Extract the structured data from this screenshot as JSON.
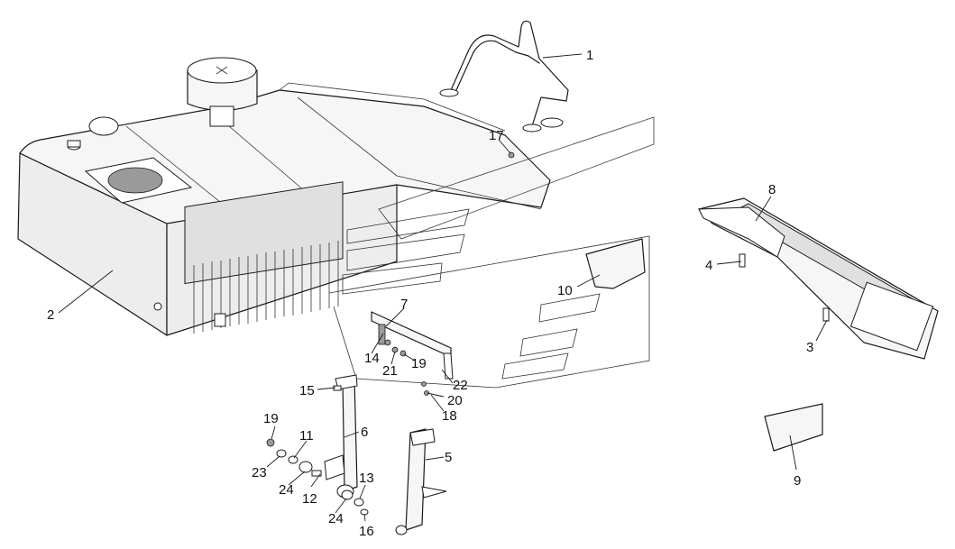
{
  "callouts": [
    {
      "id": "1",
      "label": "1"
    },
    {
      "id": "2",
      "label": "2"
    },
    {
      "id": "3",
      "label": "3"
    },
    {
      "id": "4",
      "label": "4"
    },
    {
      "id": "5",
      "label": "5"
    },
    {
      "id": "6",
      "label": "6"
    },
    {
      "id": "7",
      "label": "7"
    },
    {
      "id": "8",
      "label": "8"
    },
    {
      "id": "9",
      "label": "9"
    },
    {
      "id": "10",
      "label": "10"
    },
    {
      "id": "11",
      "label": "11"
    },
    {
      "id": "12",
      "label": "12"
    },
    {
      "id": "13",
      "label": "13"
    },
    {
      "id": "14",
      "label": "14"
    },
    {
      "id": "15",
      "label": "15"
    },
    {
      "id": "16",
      "label": "16"
    },
    {
      "id": "17",
      "label": "17"
    },
    {
      "id": "18",
      "label": "18"
    },
    {
      "id": "19a",
      "label": "19"
    },
    {
      "id": "19b",
      "label": "19"
    },
    {
      "id": "20",
      "label": "20"
    },
    {
      "id": "21",
      "label": "21"
    },
    {
      "id": "22",
      "label": "22"
    },
    {
      "id": "23",
      "label": "23"
    },
    {
      "id": "24a",
      "label": "24"
    },
    {
      "id": "24b",
      "label": "24"
    }
  ]
}
